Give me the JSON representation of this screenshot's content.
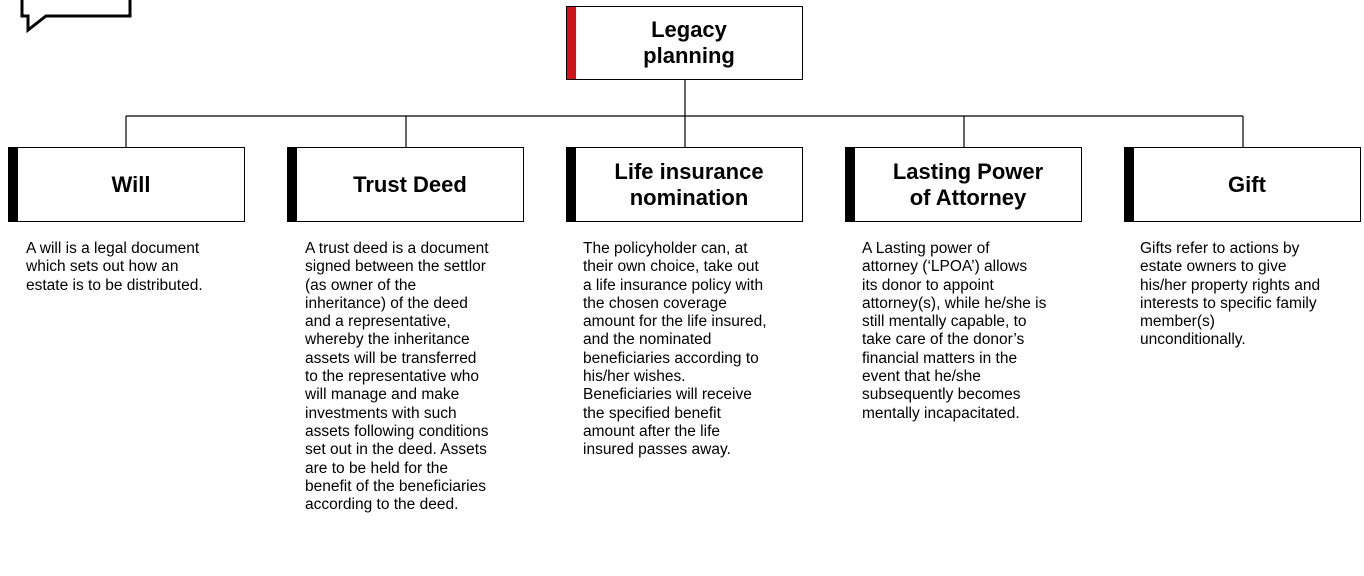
{
  "root": {
    "title": "Legacy\nplanning"
  },
  "children": [
    {
      "title": "Will",
      "description": "A will is a legal document\nwhich sets out how an\nestate is to be distributed."
    },
    {
      "title": "Trust Deed",
      "description": "A trust deed is a document\nsigned between the settlor\n(as owner of the\ninheritance) of the deed\nand a representative,\nwhereby the inheritance\nassets will be transferred\nto the representative who\nwill manage and make\ninvestments with such\nassets following conditions\nset out in the deed. Assets\nare to be held for the\nbenefit of the beneficiaries\naccording to the deed."
    },
    {
      "title": "Life insurance\nnomination",
      "description": "The policyholder can, at\ntheir own choice, take out\na life insurance policy with\nthe chosen coverage\namount for the life insured,\nand the nominated\nbeneficiaries according to\nhis/her wishes.\nBeneficiaries will receive\nthe specified benefit\namount after the life\ninsured passes away."
    },
    {
      "title": "Lasting Power\nof Attorney",
      "description": "A Lasting power of\nattorney (‘LPOA’) allows\nits donor to appoint\nattorney(s), while he/she is\nstill mentally capable, to\ntake care of the donor’s\nfinancial matters in the\nevent that he/she\nsubsequently becomes\nmentally incapacitated."
    },
    {
      "title": "Gift",
      "description": "Gifts refer to actions by\nestate owners to give\nhis/her property rights and\ninterests to specific family\nmember(s)\nunconditionally."
    }
  ],
  "icons": {
    "top_left": "speech-bubble-icon"
  },
  "colors": {
    "root_accent": "#d0131b",
    "child_accent": "#000000",
    "line": "#000000"
  }
}
